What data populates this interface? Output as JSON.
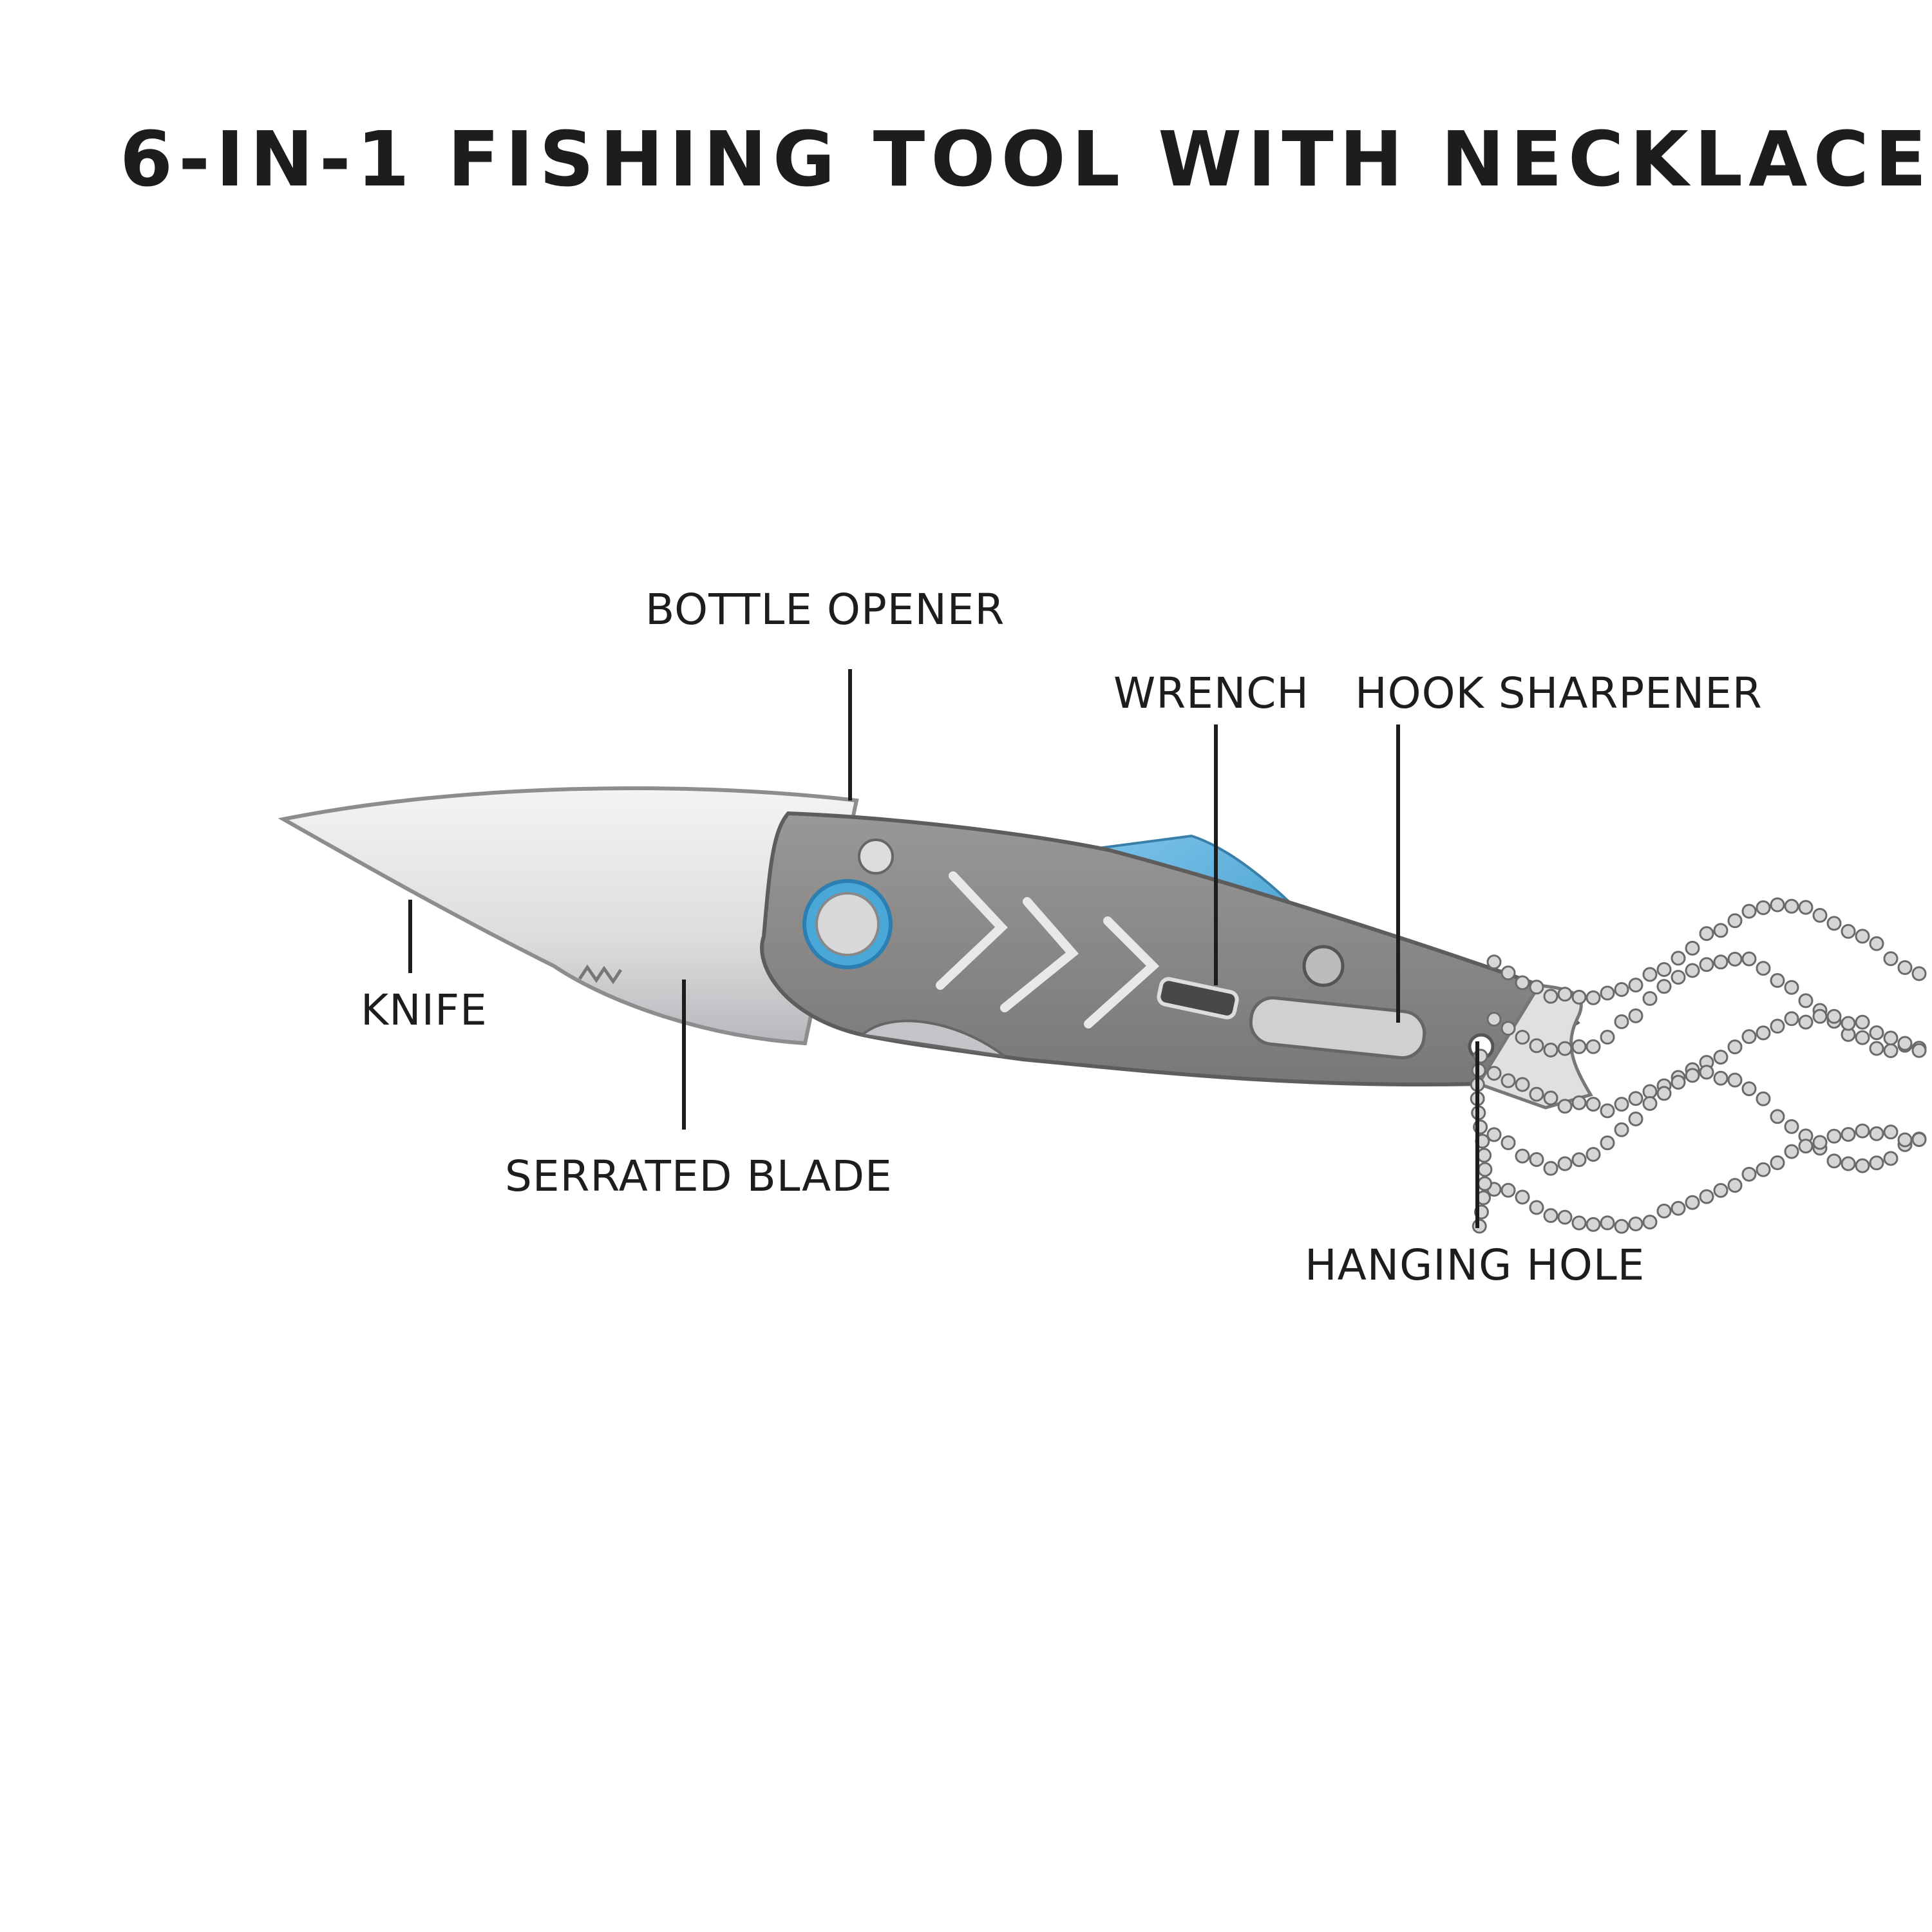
{
  "title": "6-IN-1 FISHING TOOL WITH NECKLACE",
  "labels": {
    "bottle_opener": "BOTTLE OPENER",
    "wrench": "WRENCH",
    "hook_sharpener": "HOOK SHARPENER",
    "knife": "KNIFE",
    "serrated_blade": "SERRATED BLADE",
    "hanging_hole": "HANGING HOLE"
  },
  "colors": {
    "text": "#1e1c1c",
    "handle": "#8a8886",
    "blade": "#e4e4e6",
    "accent_blue": "#4aa8d8"
  }
}
